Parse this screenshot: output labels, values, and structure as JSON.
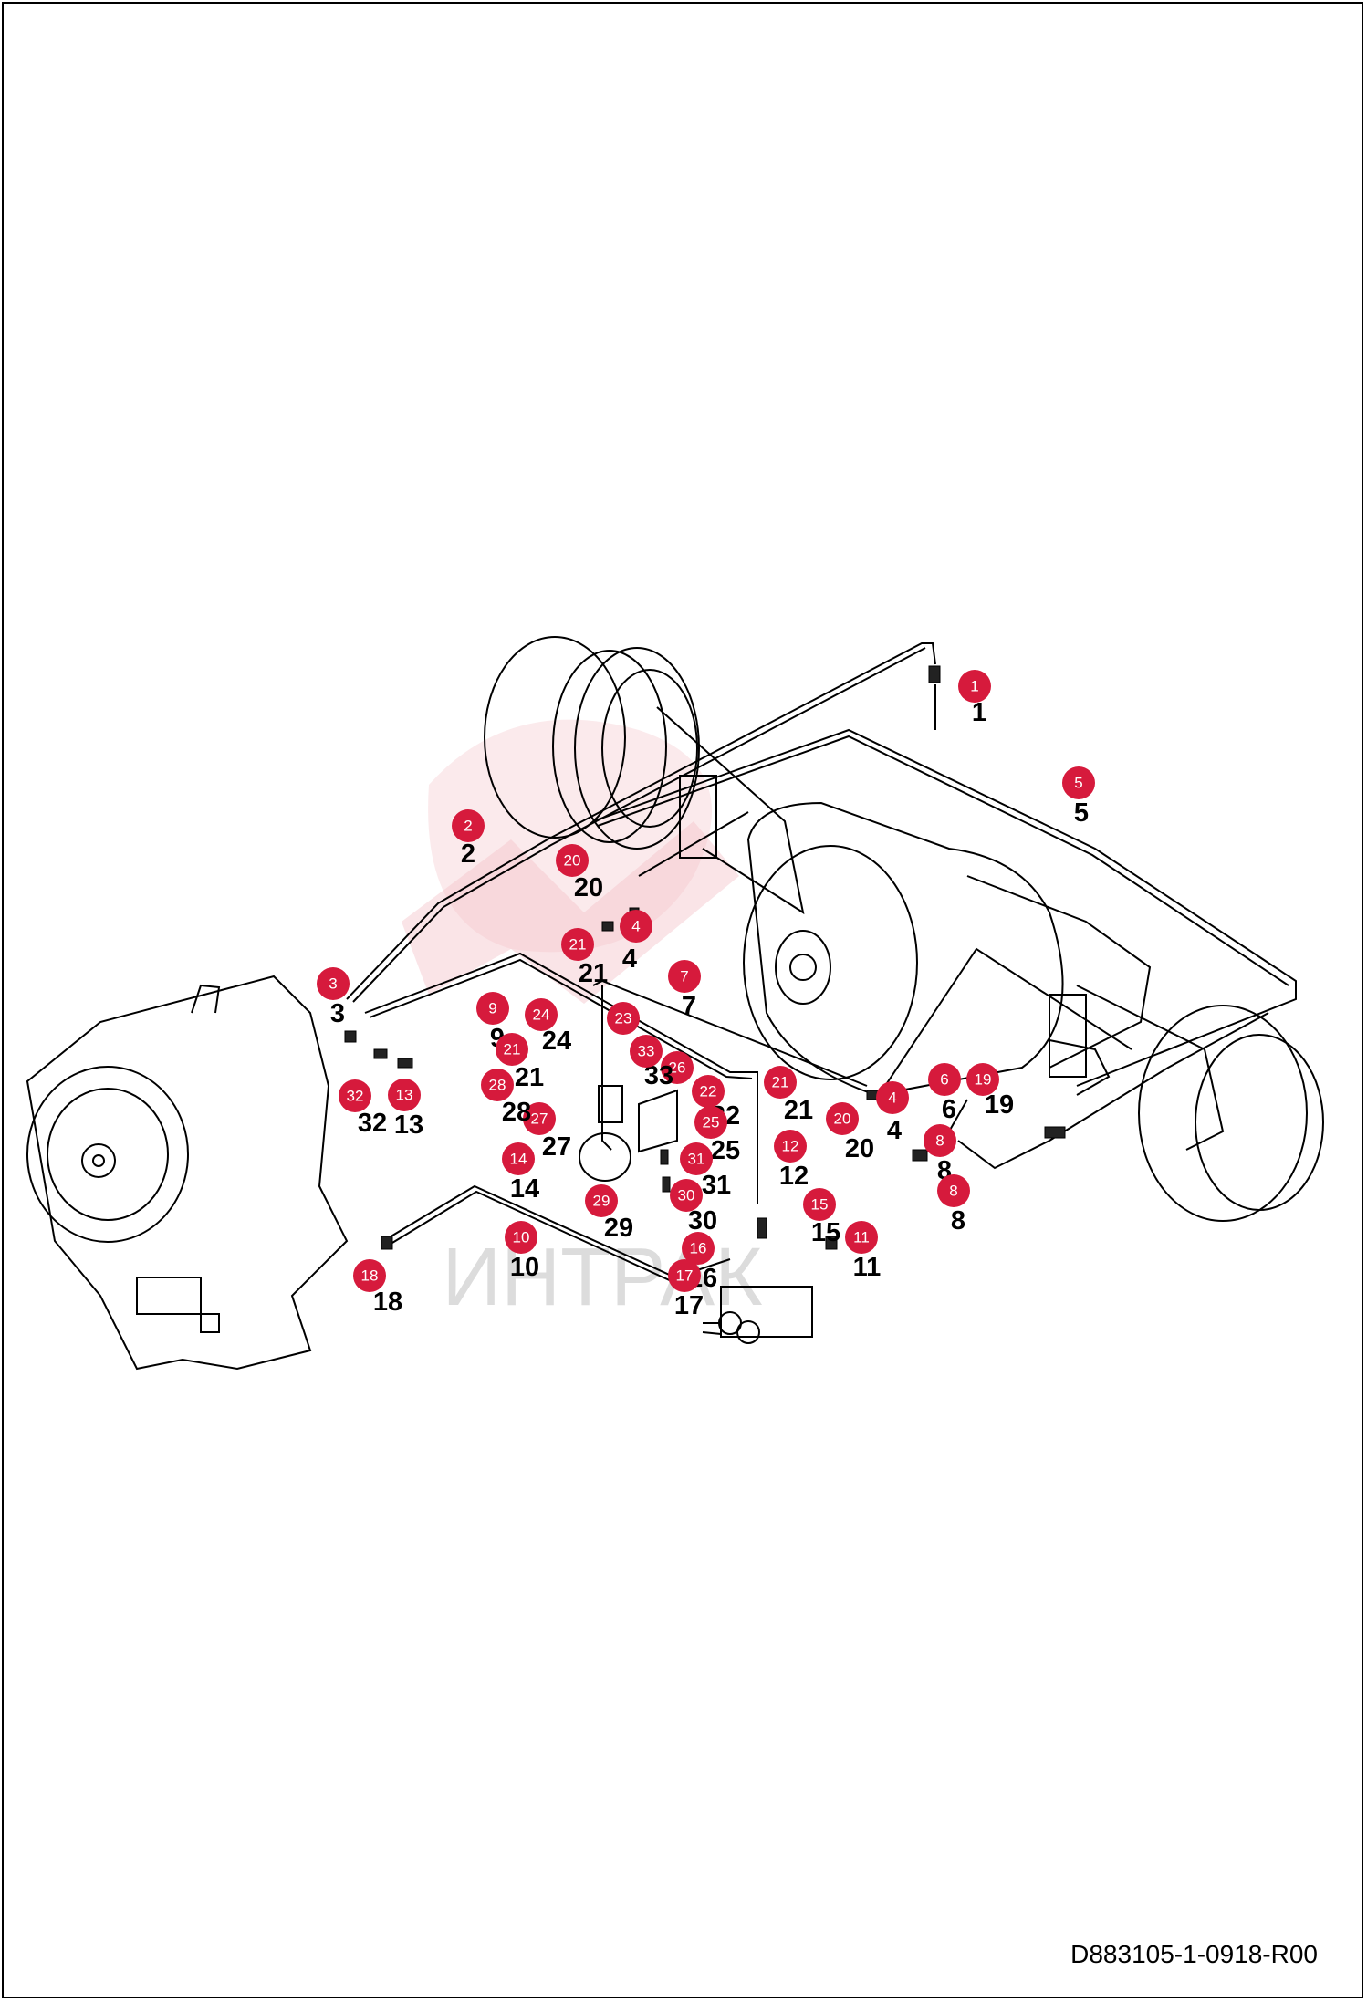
{
  "drawing_code": "D883105-1-0918-R00",
  "watermark_text": "ИНТРАК",
  "accent_color": "#d61a3c",
  "callouts": [
    {
      "id": "1",
      "bubble": "1",
      "plain": "1"
    },
    {
      "id": "2",
      "bubble": "2",
      "plain": "2"
    },
    {
      "id": "3",
      "bubble": "3",
      "plain": "3"
    },
    {
      "id": "4a",
      "bubble": "4",
      "plain": "4"
    },
    {
      "id": "4b",
      "bubble": "4",
      "plain": "4"
    },
    {
      "id": "5",
      "bubble": "5",
      "plain": "5"
    },
    {
      "id": "6",
      "bubble": "6",
      "plain": "6"
    },
    {
      "id": "7",
      "bubble": "7",
      "plain": "7"
    },
    {
      "id": "8a",
      "bubble": "8",
      "plain": "8"
    },
    {
      "id": "8b",
      "bubble": "8",
      "plain": "8"
    },
    {
      "id": "9",
      "bubble": "9",
      "plain": "9"
    },
    {
      "id": "10",
      "bubble": "10",
      "plain": "10"
    },
    {
      "id": "11",
      "bubble": "11",
      "plain": "11"
    },
    {
      "id": "12",
      "bubble": "12",
      "plain": "12"
    },
    {
      "id": "13",
      "bubble": "13",
      "plain": "13"
    },
    {
      "id": "14",
      "bubble": "14",
      "plain": "14"
    },
    {
      "id": "15",
      "bubble": "15",
      "plain": "15"
    },
    {
      "id": "16",
      "bubble": "16",
      "plain": "16"
    },
    {
      "id": "17",
      "bubble": "17",
      "plain": "17"
    },
    {
      "id": "18",
      "bubble": "18",
      "plain": "18"
    },
    {
      "id": "19",
      "bubble": "19",
      "plain": "19"
    },
    {
      "id": "20a",
      "bubble": "20",
      "plain": "20"
    },
    {
      "id": "20b",
      "bubble": "20",
      "plain": "20"
    },
    {
      "id": "21a",
      "bubble": "21",
      "plain": "21"
    },
    {
      "id": "21b",
      "bubble": "21",
      "plain": "21"
    },
    {
      "id": "21c",
      "bubble": "21",
      "plain": "21"
    },
    {
      "id": "22",
      "bubble": "22",
      "plain": "22"
    },
    {
      "id": "23",
      "bubble": "23",
      "plain": ""
    },
    {
      "id": "24",
      "bubble": "24",
      "plain": "24"
    },
    {
      "id": "25",
      "bubble": "25",
      "plain": "25"
    },
    {
      "id": "26",
      "bubble": "26",
      "plain": ""
    },
    {
      "id": "27",
      "bubble": "27",
      "plain": "27"
    },
    {
      "id": "28",
      "bubble": "28",
      "plain": "28"
    },
    {
      "id": "29",
      "bubble": "29",
      "plain": "29"
    },
    {
      "id": "30",
      "bubble": "30",
      "plain": "30"
    },
    {
      "id": "31",
      "bubble": "31",
      "plain": "31"
    },
    {
      "id": "32",
      "bubble": "32",
      "plain": "32"
    },
    {
      "id": "33",
      "bubble": "33",
      "plain": "33"
    }
  ]
}
